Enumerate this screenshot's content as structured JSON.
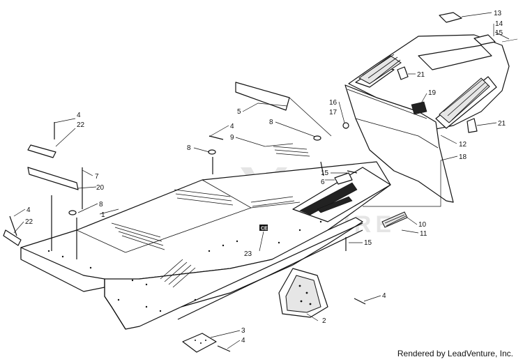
{
  "diagram": {
    "watermark": "LEADVENTURE",
    "cert_mark": "CE",
    "credit": "Rendered by LeadVenture, Inc.",
    "callouts": [
      {
        "id": "c13",
        "label": "13"
      },
      {
        "id": "c14",
        "label": "14"
      },
      {
        "id": "c15a",
        "label": "15"
      },
      {
        "id": "c21a",
        "label": "21"
      },
      {
        "id": "c19",
        "label": "19"
      },
      {
        "id": "c16",
        "label": "16"
      },
      {
        "id": "c17",
        "label": "17"
      },
      {
        "id": "c21b",
        "label": "21"
      },
      {
        "id": "c12",
        "label": "12"
      },
      {
        "id": "c18",
        "label": "18"
      },
      {
        "id": "c5",
        "label": "5"
      },
      {
        "id": "c8a",
        "label": "8"
      },
      {
        "id": "c4a",
        "label": "4"
      },
      {
        "id": "c9",
        "label": "9"
      },
      {
        "id": "c8b",
        "label": "8"
      },
      {
        "id": "c4b",
        "label": "4"
      },
      {
        "id": "c22a",
        "label": "22"
      },
      {
        "id": "c7",
        "label": "7"
      },
      {
        "id": "c20",
        "label": "20"
      },
      {
        "id": "c8c",
        "label": "8"
      },
      {
        "id": "c1",
        "label": "1"
      },
      {
        "id": "c15b",
        "label": "15"
      },
      {
        "id": "c6",
        "label": "6"
      },
      {
        "id": "c4c",
        "label": "4"
      },
      {
        "id": "c22b",
        "label": "22"
      },
      {
        "id": "c10",
        "label": "10"
      },
      {
        "id": "c11",
        "label": "11"
      },
      {
        "id": "c15c",
        "label": "15"
      },
      {
        "id": "c23",
        "label": "23"
      },
      {
        "id": "c4d",
        "label": "4"
      },
      {
        "id": "c2",
        "label": "2"
      },
      {
        "id": "c3",
        "label": "3"
      },
      {
        "id": "c4e",
        "label": "4"
      }
    ]
  }
}
